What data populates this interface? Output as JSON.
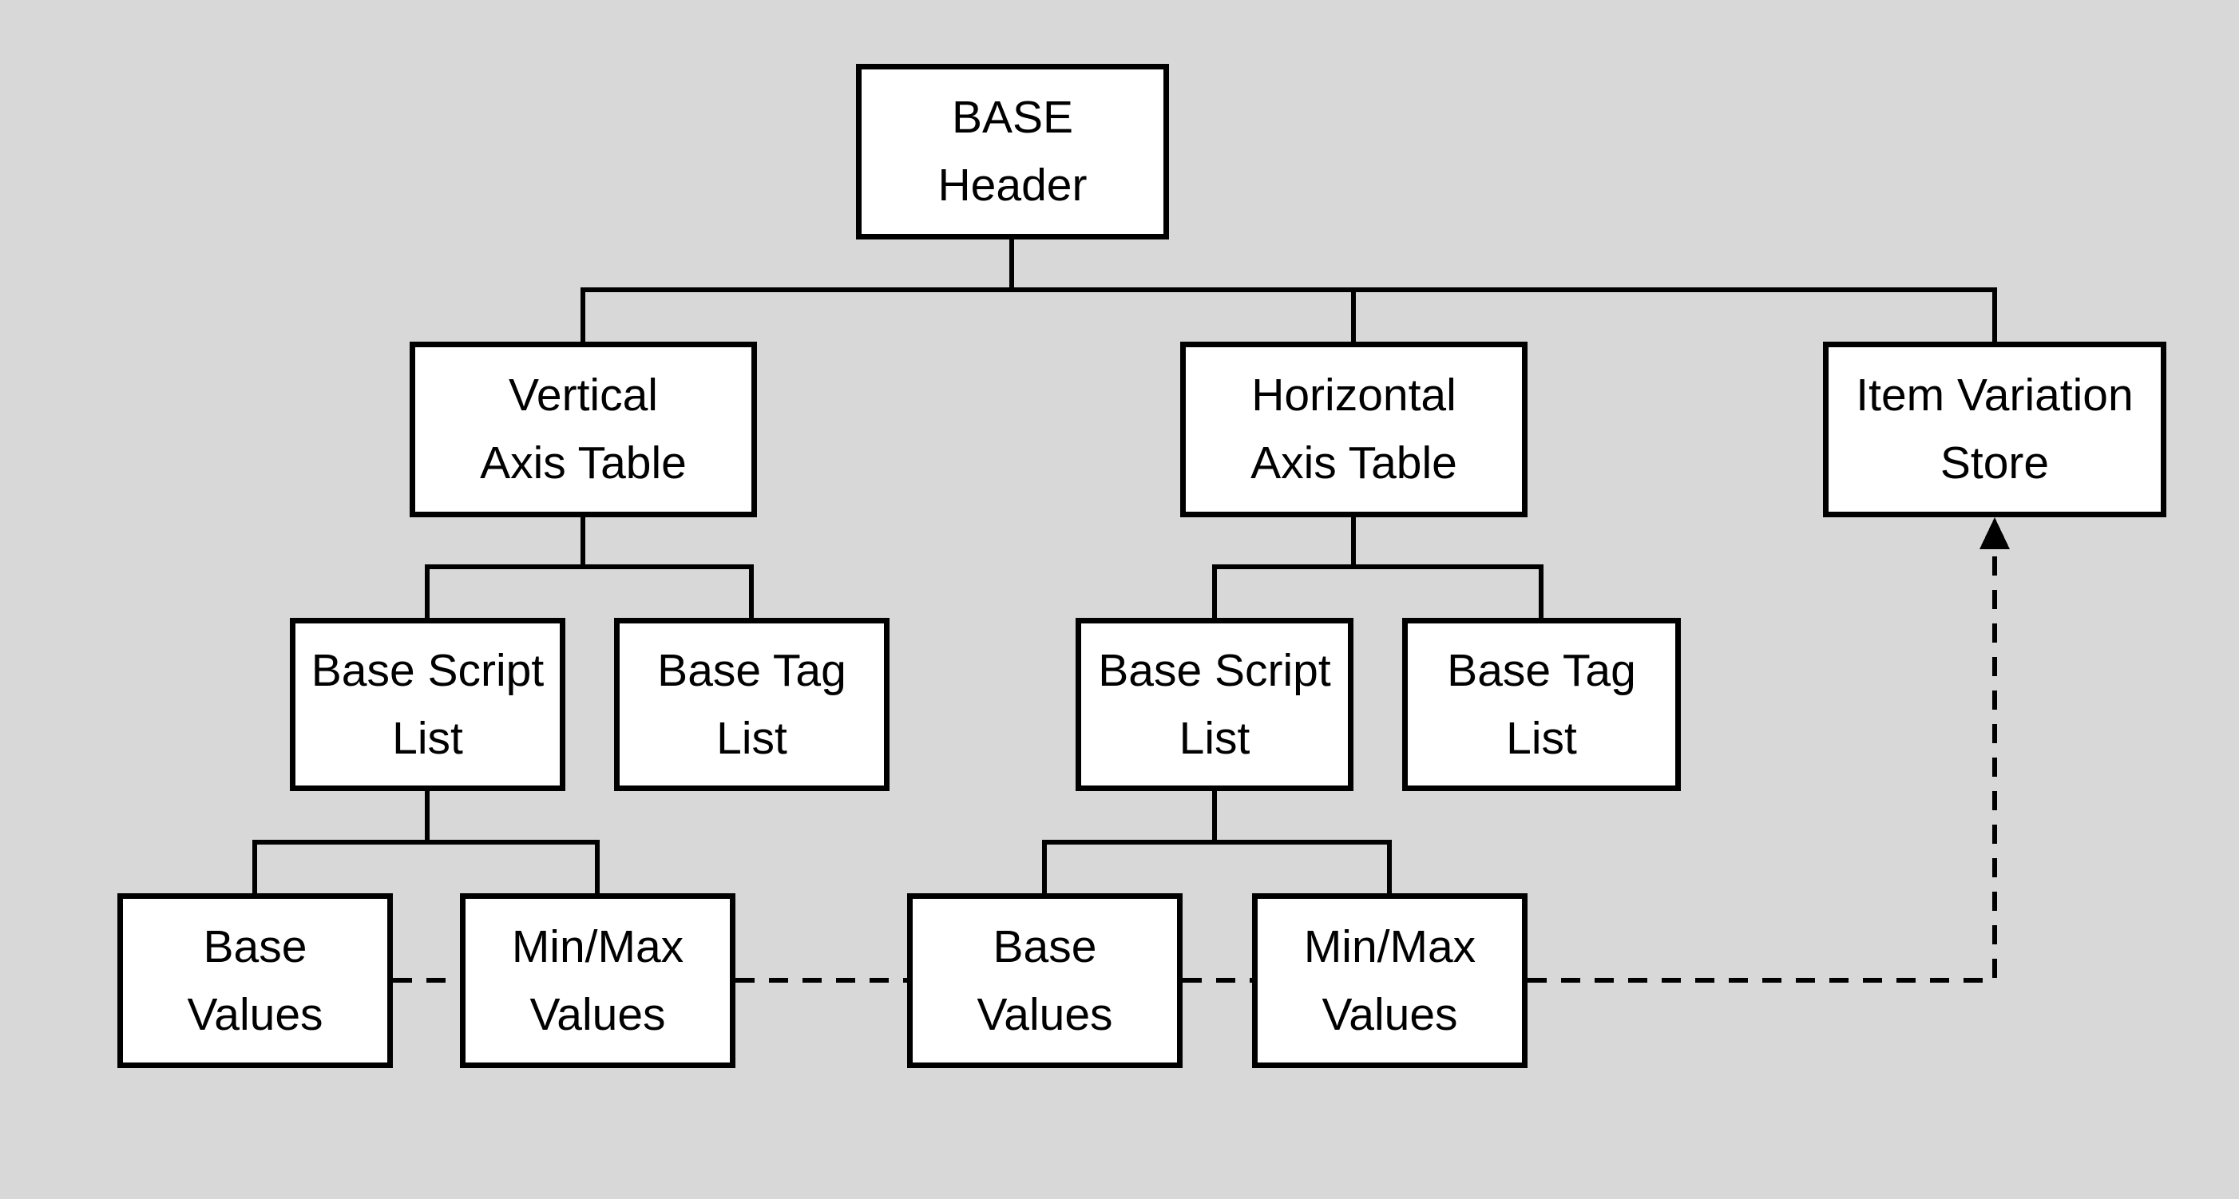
{
  "diagram": {
    "colors": {
      "background": "#d8d8d8",
      "box_fill": "#ffffff",
      "line": "#000000",
      "text": "#000000"
    },
    "nodes": {
      "base_header": {
        "line1": "BASE",
        "line2": "Header"
      },
      "vertical_axis_table": {
        "line1": "Vertical",
        "line2": "Axis Table"
      },
      "horizontal_axis_table": {
        "line1": "Horizontal",
        "line2": "Axis Table"
      },
      "item_variation_store": {
        "line1": "Item Variation",
        "line2": "Store"
      },
      "base_script_list_vertical": {
        "line1": "Base Script",
        "line2": "List"
      },
      "base_tag_list_vertical": {
        "line1": "Base Tag",
        "line2": "List"
      },
      "base_script_list_horizontal": {
        "line1": "Base Script",
        "line2": "List"
      },
      "base_tag_list_horizontal": {
        "line1": "Base Tag",
        "line2": "List"
      },
      "base_values_vertical": {
        "line1": "Base",
        "line2": "Values"
      },
      "minmax_values_vertical": {
        "line1": "Min/Max",
        "line2": "Values"
      },
      "base_values_horizontal": {
        "line1": "Base",
        "line2": "Values"
      },
      "minmax_values_horizontal": {
        "line1": "Min/Max",
        "line2": "Values"
      }
    }
  }
}
